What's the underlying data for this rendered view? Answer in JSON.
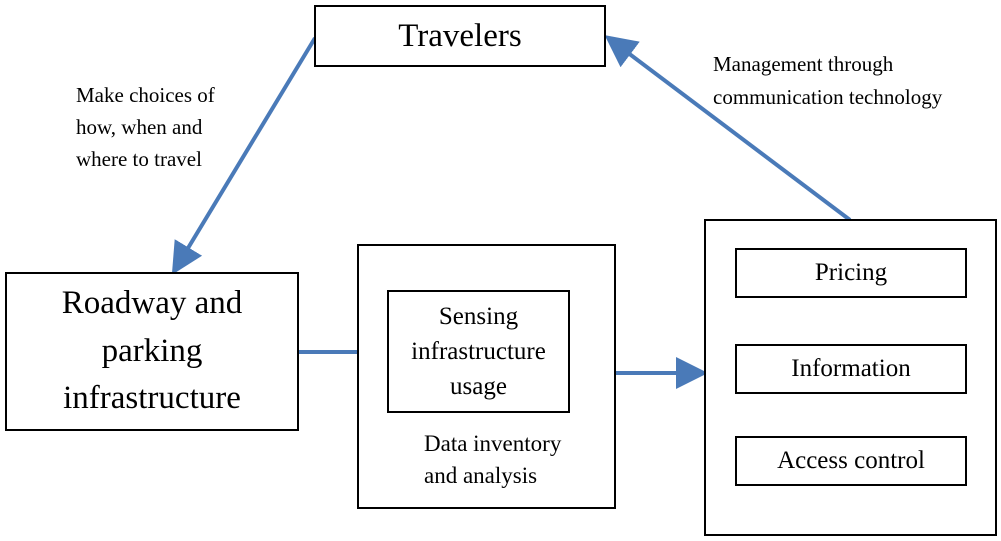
{
  "nodes": {
    "travelers": "Travelers",
    "roadway": "Roadway and parking infrastructure",
    "sensing": "Sensing infrastructure usage",
    "data_inventory": "Data inventory and analysis",
    "pricing": "Pricing",
    "information": "Information",
    "access_control": "Access control"
  },
  "edge_labels": {
    "make_choices": "Make choices of how, when and where to travel",
    "management": "Management through communication technology"
  },
  "colors": {
    "arrow": "#4a7ab8",
    "border": "#000000",
    "background": "#ffffff"
  }
}
